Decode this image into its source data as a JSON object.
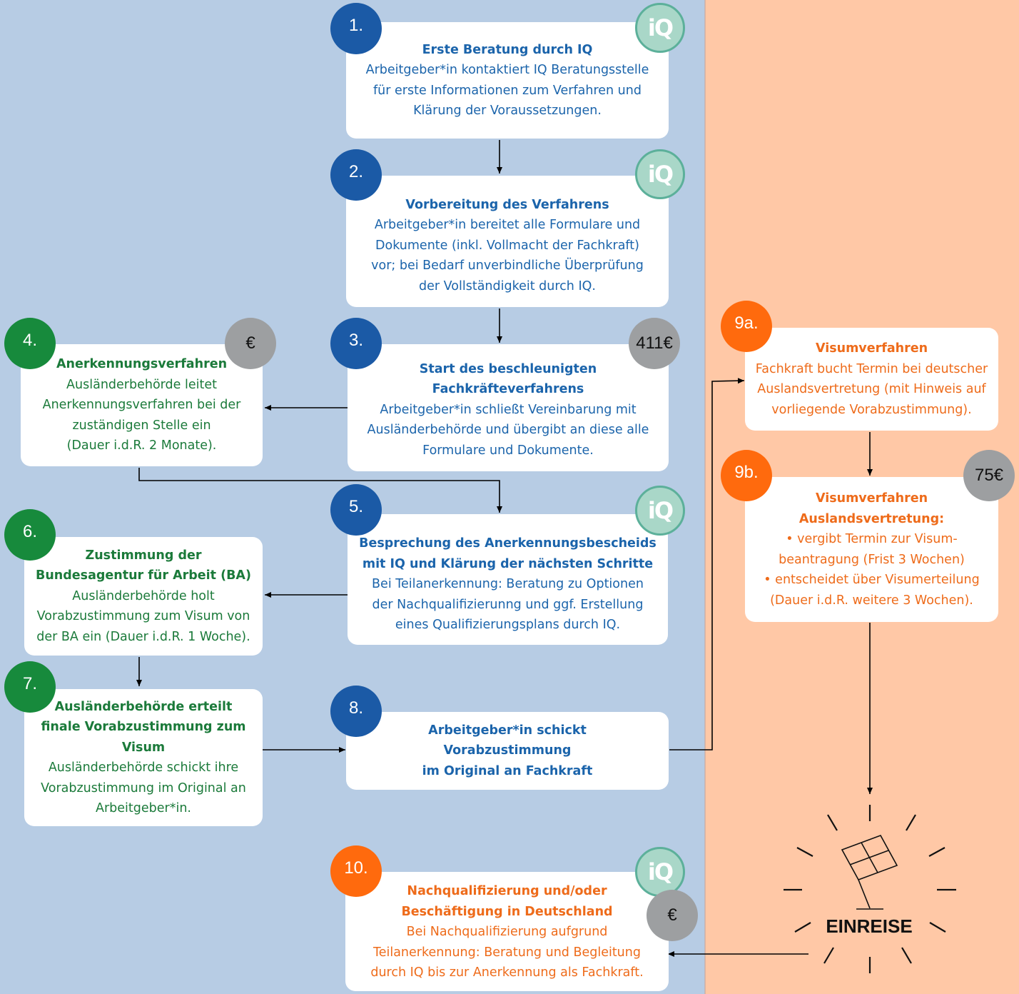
{
  "steps": {
    "s1": {
      "num": "1.",
      "title": "Erste Beratung durch IQ",
      "body": "Arbeitgeber*in kontaktiert IQ Beratungsstelle\nfür erste Informationen zum Verfahren und\nKlärung der Voraussetzungen."
    },
    "s2": {
      "num": "2.",
      "title": "Vorbereitung des Verfahrens",
      "body": "Arbeitgeber*in bereitet alle Formulare und\nDokumente (inkl. Vollmacht der Fachkraft)\nvor; bei Bedarf unverbindliche Überprüfung\nder Vollständigkeit durch IQ."
    },
    "s3": {
      "num": "3.",
      "title": "Start des beschleunigten\nFachkräfteverfahrens",
      "body": "Arbeitgeber*in schließt Vereinbarung mit\nAusländerbehörde und übergibt an diese alle\nFormulare und Dokumente.",
      "cost": "411€"
    },
    "s4": {
      "num": "4.",
      "title": "Anerkennungsverfahren",
      "body": "Ausländerbehörde leitet\nAnerkennungsverfahren bei der\nzuständigen Stelle ein\n(Dauer i.d.R. 2 Monate).",
      "cost": "€"
    },
    "s5": {
      "num": "5.",
      "title": "Besprechung des Anerkennungsbescheids\nmit IQ und Klärung der nächsten Schritte",
      "body": "Bei Teilanerkennung: Beratung zu Optionen\nder Nachqualifizierunng und ggf. Erstellung\neines Qualifizierungsplans durch IQ."
    },
    "s6": {
      "num": "6.",
      "title": "Zustimmung der\nBundesagentur für Arbeit (BA)",
      "body": "Ausländerbehörde holt\nVorabzustimmung zum Visum von\nder BA ein (Dauer i.d.R. 1 Woche)."
    },
    "s7": {
      "num": "7.",
      "title": "Ausländerbehörde erteilt\nfinale Vorabzustimmung zum\nVisum",
      "body": "Ausländerbehörde schickt ihre\nVorabzustimmung im Original an\nArbeitgeber*in."
    },
    "s8": {
      "num": "8.",
      "title": "Arbeitgeber*in schickt\nVorabzustimmung\nim Original an Fachkraft",
      "body": ""
    },
    "s9a": {
      "num": "9a.",
      "title": "Visumverfahren",
      "body": "Fachkraft bucht Termin bei deutscher\nAuslandsvertretung (mit Hinweis auf\nvorliegende Vorabzustimmung)."
    },
    "s9b": {
      "num": "9b.",
      "title": "Visumverfahren\nAuslandsvertretung:",
      "body": "• vergibt Termin zur Visum-\nbeantragung (Frist 3 Wochen)\n• entscheidet über Visumerteilung\n(Dauer i.d.R. weitere 3 Wochen).",
      "cost": "75€"
    },
    "s10": {
      "num": "10.",
      "title": "Nachqualifizierung und/oder\nBeschäftigung in Deutschland",
      "body": "Bei Nachqualifizierung aufgrund\nTeilanerkennung: Beratung und Begleitung\ndurch IQ bis zur Anerkennung als Fachkraft.",
      "cost": "€"
    }
  },
  "iq_label": "iQ",
  "einreise": "EINREISE",
  "colors": {
    "blue": "#1b64ab",
    "green": "#1b7a3a",
    "orange": "#ee6b1a",
    "bg_left": "#b7cce4",
    "bg_right": "#ffc8a6"
  }
}
